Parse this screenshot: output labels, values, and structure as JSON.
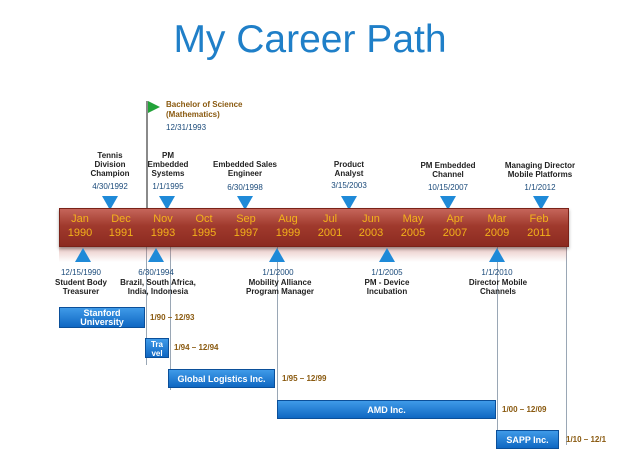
{
  "title": "My Career Path",
  "ticks": [
    {
      "month": "Jan",
      "year": "1990"
    },
    {
      "month": "Dec",
      "year": "1991"
    },
    {
      "month": "Nov",
      "year": "1993"
    },
    {
      "month": "Oct",
      "year": "1995"
    },
    {
      "month": "Sep",
      "year": "1997"
    },
    {
      "month": "Aug",
      "year": "1999"
    },
    {
      "month": "Jul",
      "year": "2001"
    },
    {
      "month": "Jun",
      "year": "2003"
    },
    {
      "month": "May",
      "year": "2005"
    },
    {
      "month": "Apr",
      "year": "2007"
    },
    {
      "month": "Mar",
      "year": "2009"
    },
    {
      "month": "Feb",
      "year": "2011"
    }
  ],
  "flag": {
    "label": "Bachelor of Science\n(Mathematics)",
    "date": "12/31/1993"
  },
  "events_above": [
    {
      "label": "Tennis\nDivision\nChampion",
      "date": "4/30/1992"
    },
    {
      "label": "PM\nEmbedded\nSystems",
      "date": "1/1/1995"
    },
    {
      "label": "Embedded  Sales\nEngineer",
      "date": "6/30/1998"
    },
    {
      "label": "Product\nAnalyst",
      "date": "3/15/2003"
    },
    {
      "label": "PM Embedded\nChannel",
      "date": "10/15/2007"
    },
    {
      "label": "Managing Director\nMobile  Platforms",
      "date": "1/1/2012"
    }
  ],
  "events_below": [
    {
      "label": "Student  Body\nTreasurer",
      "date": "12/15/1990"
    },
    {
      "label": "Brazil, South  Africa,\nIndia,  Indonesia",
      "date": "6/30/1994"
    },
    {
      "label": "Mobility  Alliance\nProgram  Manager",
      "date": "1/1/2000"
    },
    {
      "label": "PM - Device\nIncubation",
      "date": "1/1/2005"
    },
    {
      "label": "Director   Mobile\nChannels",
      "date": "1/1/2010"
    }
  ],
  "bars": [
    {
      "label": "Stanford\nUniversity",
      "range": "1/90  –  12/93"
    },
    {
      "label": "Tra\nvel",
      "range": "1/94  –  12/94"
    },
    {
      "label": "Global Logistics Inc.",
      "range": "1/95  –  12/99"
    },
    {
      "label": "AMD Inc.",
      "range": "1/00  –  12/09"
    },
    {
      "label": "SAPP Inc.",
      "range": "1/10  –  12/1"
    }
  ]
}
